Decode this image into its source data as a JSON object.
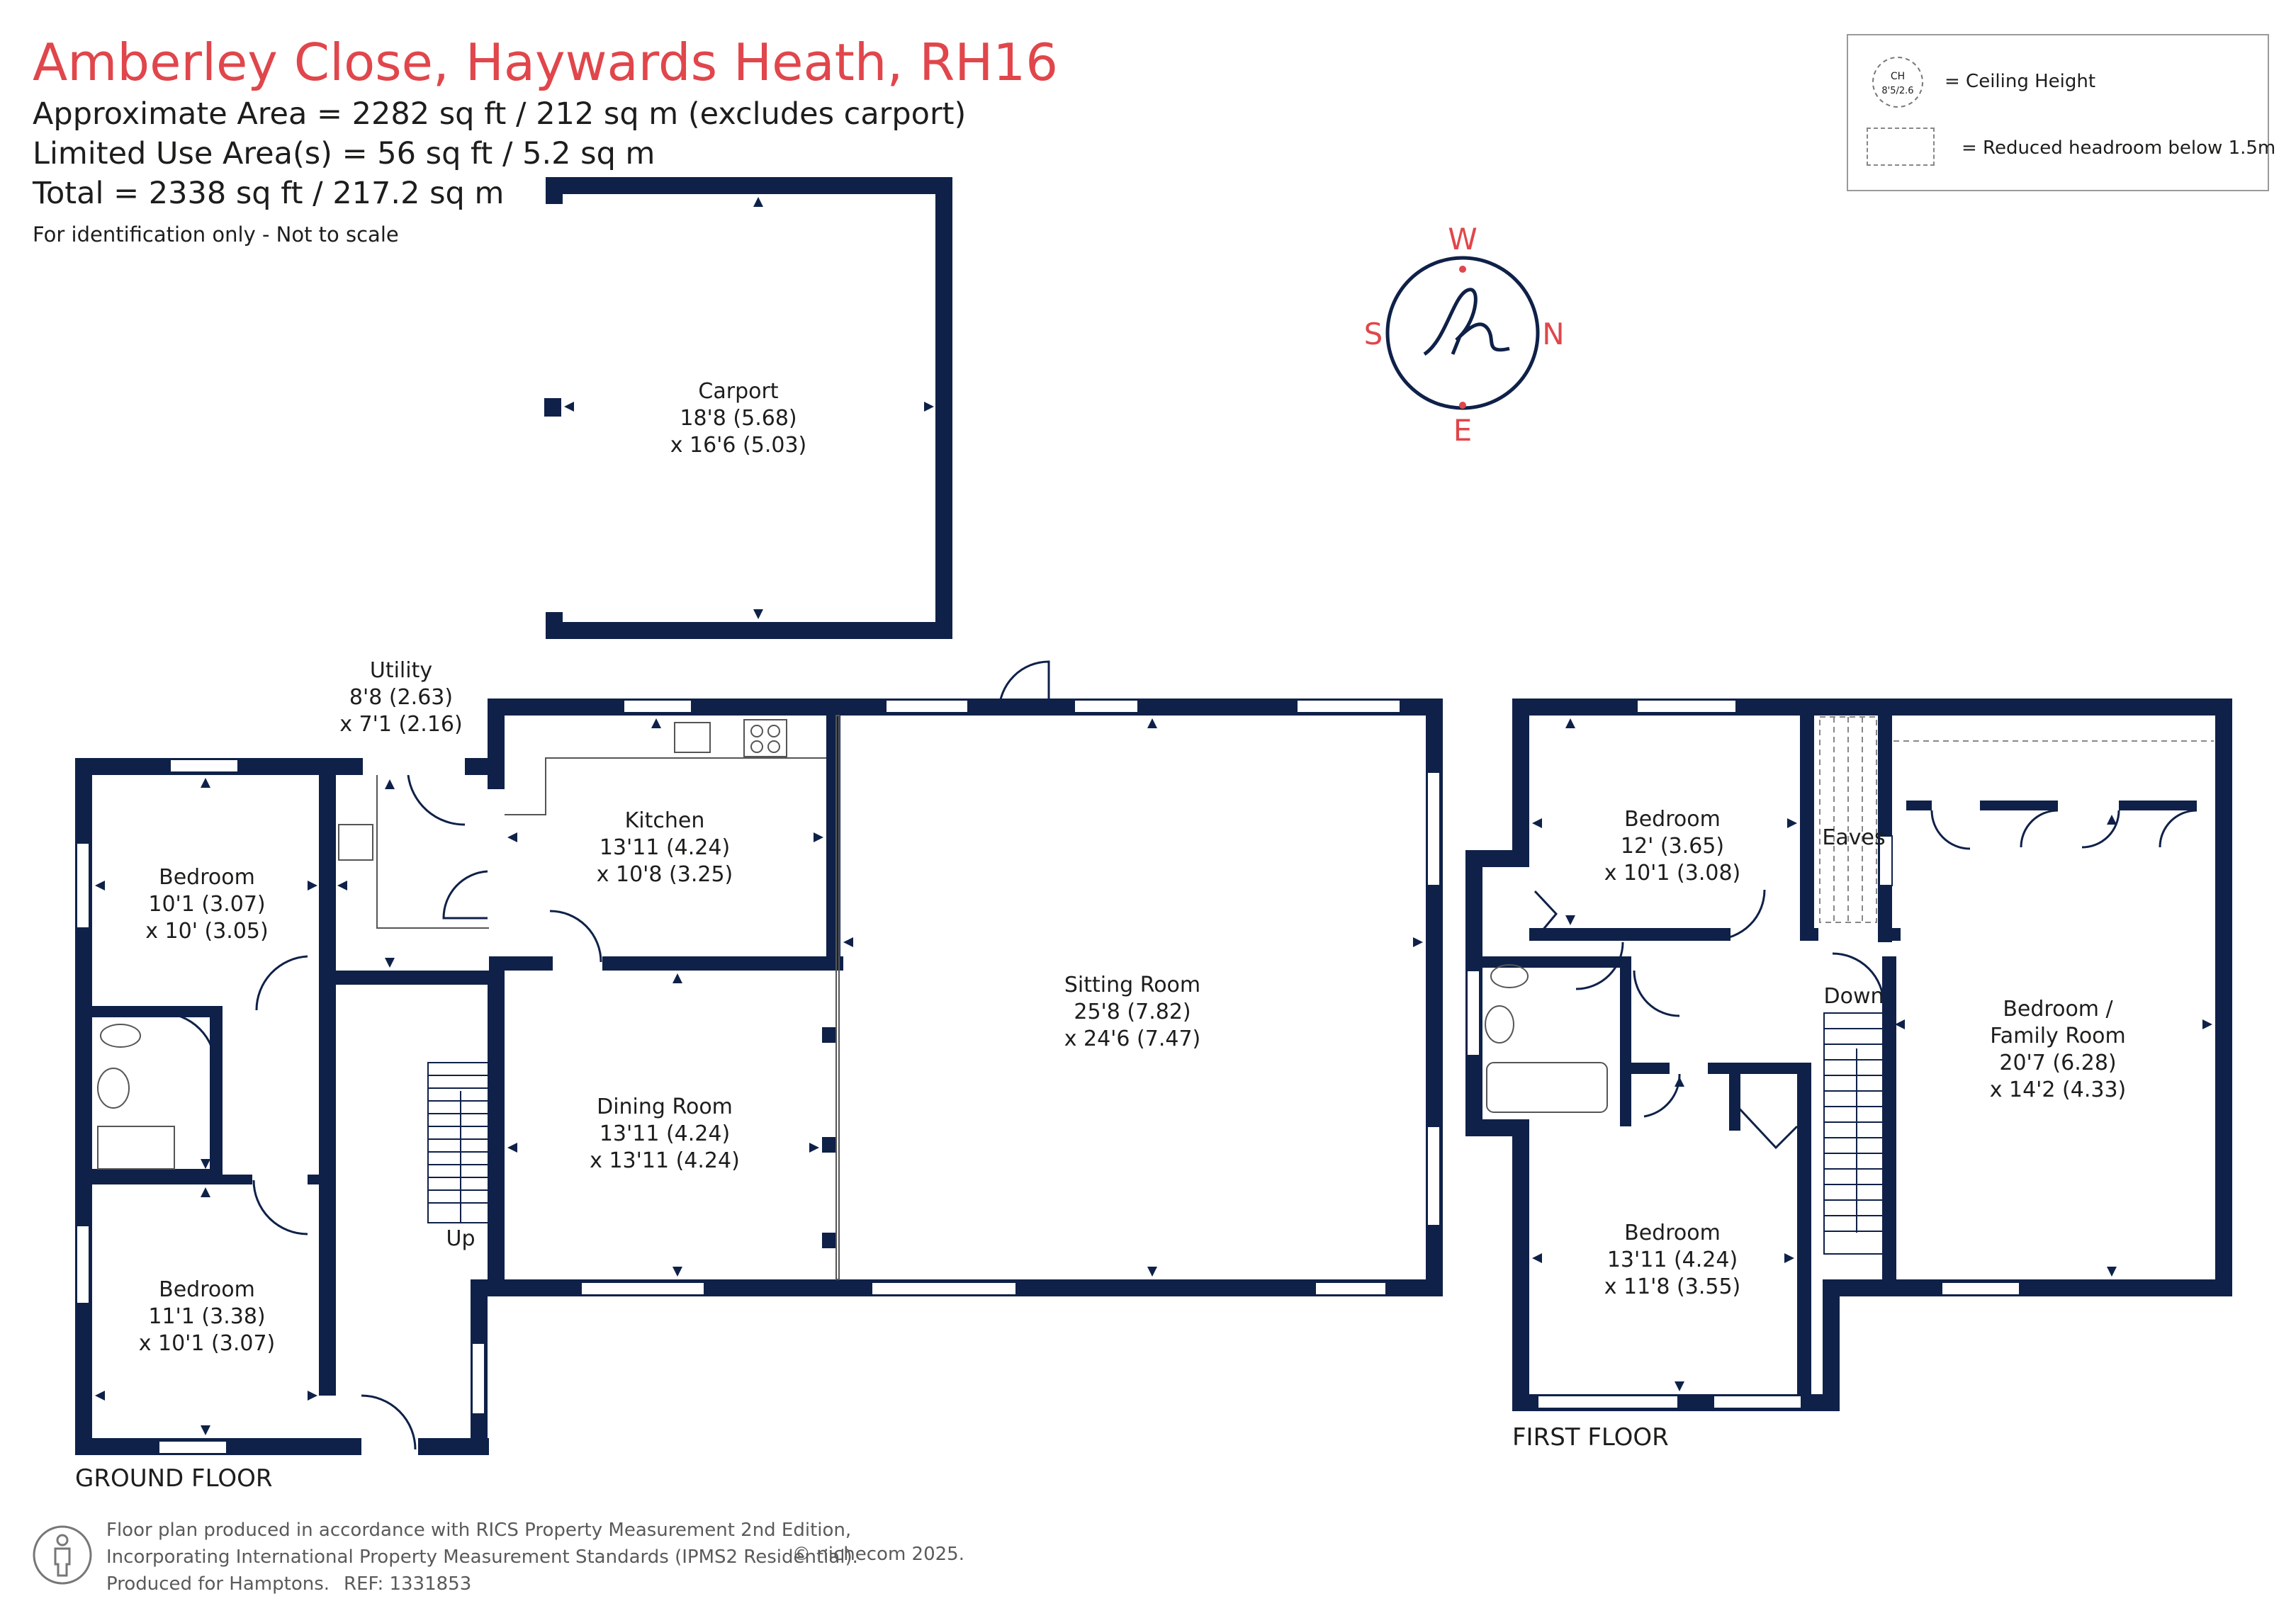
{
  "header": {
    "title": "Amberley Close, Haywards Heath, RH16",
    "approx_area": "Approximate Area = 2282 sq ft / 212 sq m (excludes carport)",
    "limited_use": "Limited Use Area(s) = 56 sq ft / 5.2 sq m",
    "total": "Total = 2338 sq ft / 217.2 sq m",
    "note": "For identification only - Not to scale"
  },
  "legend": {
    "ceiling_symbol_top": "CH",
    "ceiling_symbol_bottom": "8'5/2.6",
    "ceiling_label": "= Ceiling Height",
    "headroom_label": "= Reduced headroom below 1.5m"
  },
  "compass": {
    "top": "W",
    "left": "S",
    "right": "N",
    "bottom": "E",
    "logo_letter": "h"
  },
  "colors": {
    "walls": "#0f2148",
    "title": "#e0464b",
    "text": "#1d1d1b"
  },
  "floors": {
    "ground": "GROUND FLOOR",
    "first": "FIRST FLOOR"
  },
  "rooms": {
    "carport": {
      "name": "Carport",
      "dim1": "18'8 (5.68)",
      "dim2": "x 16'6 (5.03)"
    },
    "utility": {
      "name": "Utility",
      "dim1": "8'8 (2.63)",
      "dim2": "x 7'1 (2.16)"
    },
    "kitchen": {
      "name": "Kitchen",
      "dim1": "13'11 (4.24)",
      "dim2": "x 10'8 (3.25)"
    },
    "sitting": {
      "name": "Sitting Room",
      "dim1": "25'8 (7.82)",
      "dim2": "x 24'6 (7.47)"
    },
    "dining": {
      "name": "Dining Room",
      "dim1": "13'11 (4.24)",
      "dim2": "x 13'11 (4.24)"
    },
    "bed_g1": {
      "name": "Bedroom",
      "dim1": "10'1 (3.07)",
      "dim2": "x 10' (3.05)"
    },
    "bed_g2": {
      "name": "Bedroom",
      "dim1": "11'1 (3.38)",
      "dim2": "x 10'1 (3.07)"
    },
    "bed_f1": {
      "name": "Bedroom",
      "dim1": "12' (3.65)",
      "dim2": "x 10'1 (3.08)"
    },
    "bed_f2": {
      "name": "Bedroom",
      "dim1": "13'11 (4.24)",
      "dim2": "x 11'8 (3.55)"
    },
    "family": {
      "name": "Bedroom /",
      "name2": "Family Room",
      "dim1": "20'7 (6.28)",
      "dim2": "x 14'2 (4.33)"
    }
  },
  "stairs": {
    "up": "Up",
    "down": "Down",
    "eaves": "Eaves"
  },
  "footer": {
    "line1": "Floor plan produced in accordance with RICS Property Measurement 2nd Edition,",
    "line2": "Incorporating International Property Measurement Standards (IPMS2 Residential).",
    "line3": "Produced for Hamptons.",
    "ref": "REF:  1331853",
    "copyright": "© nichecom 2025."
  }
}
